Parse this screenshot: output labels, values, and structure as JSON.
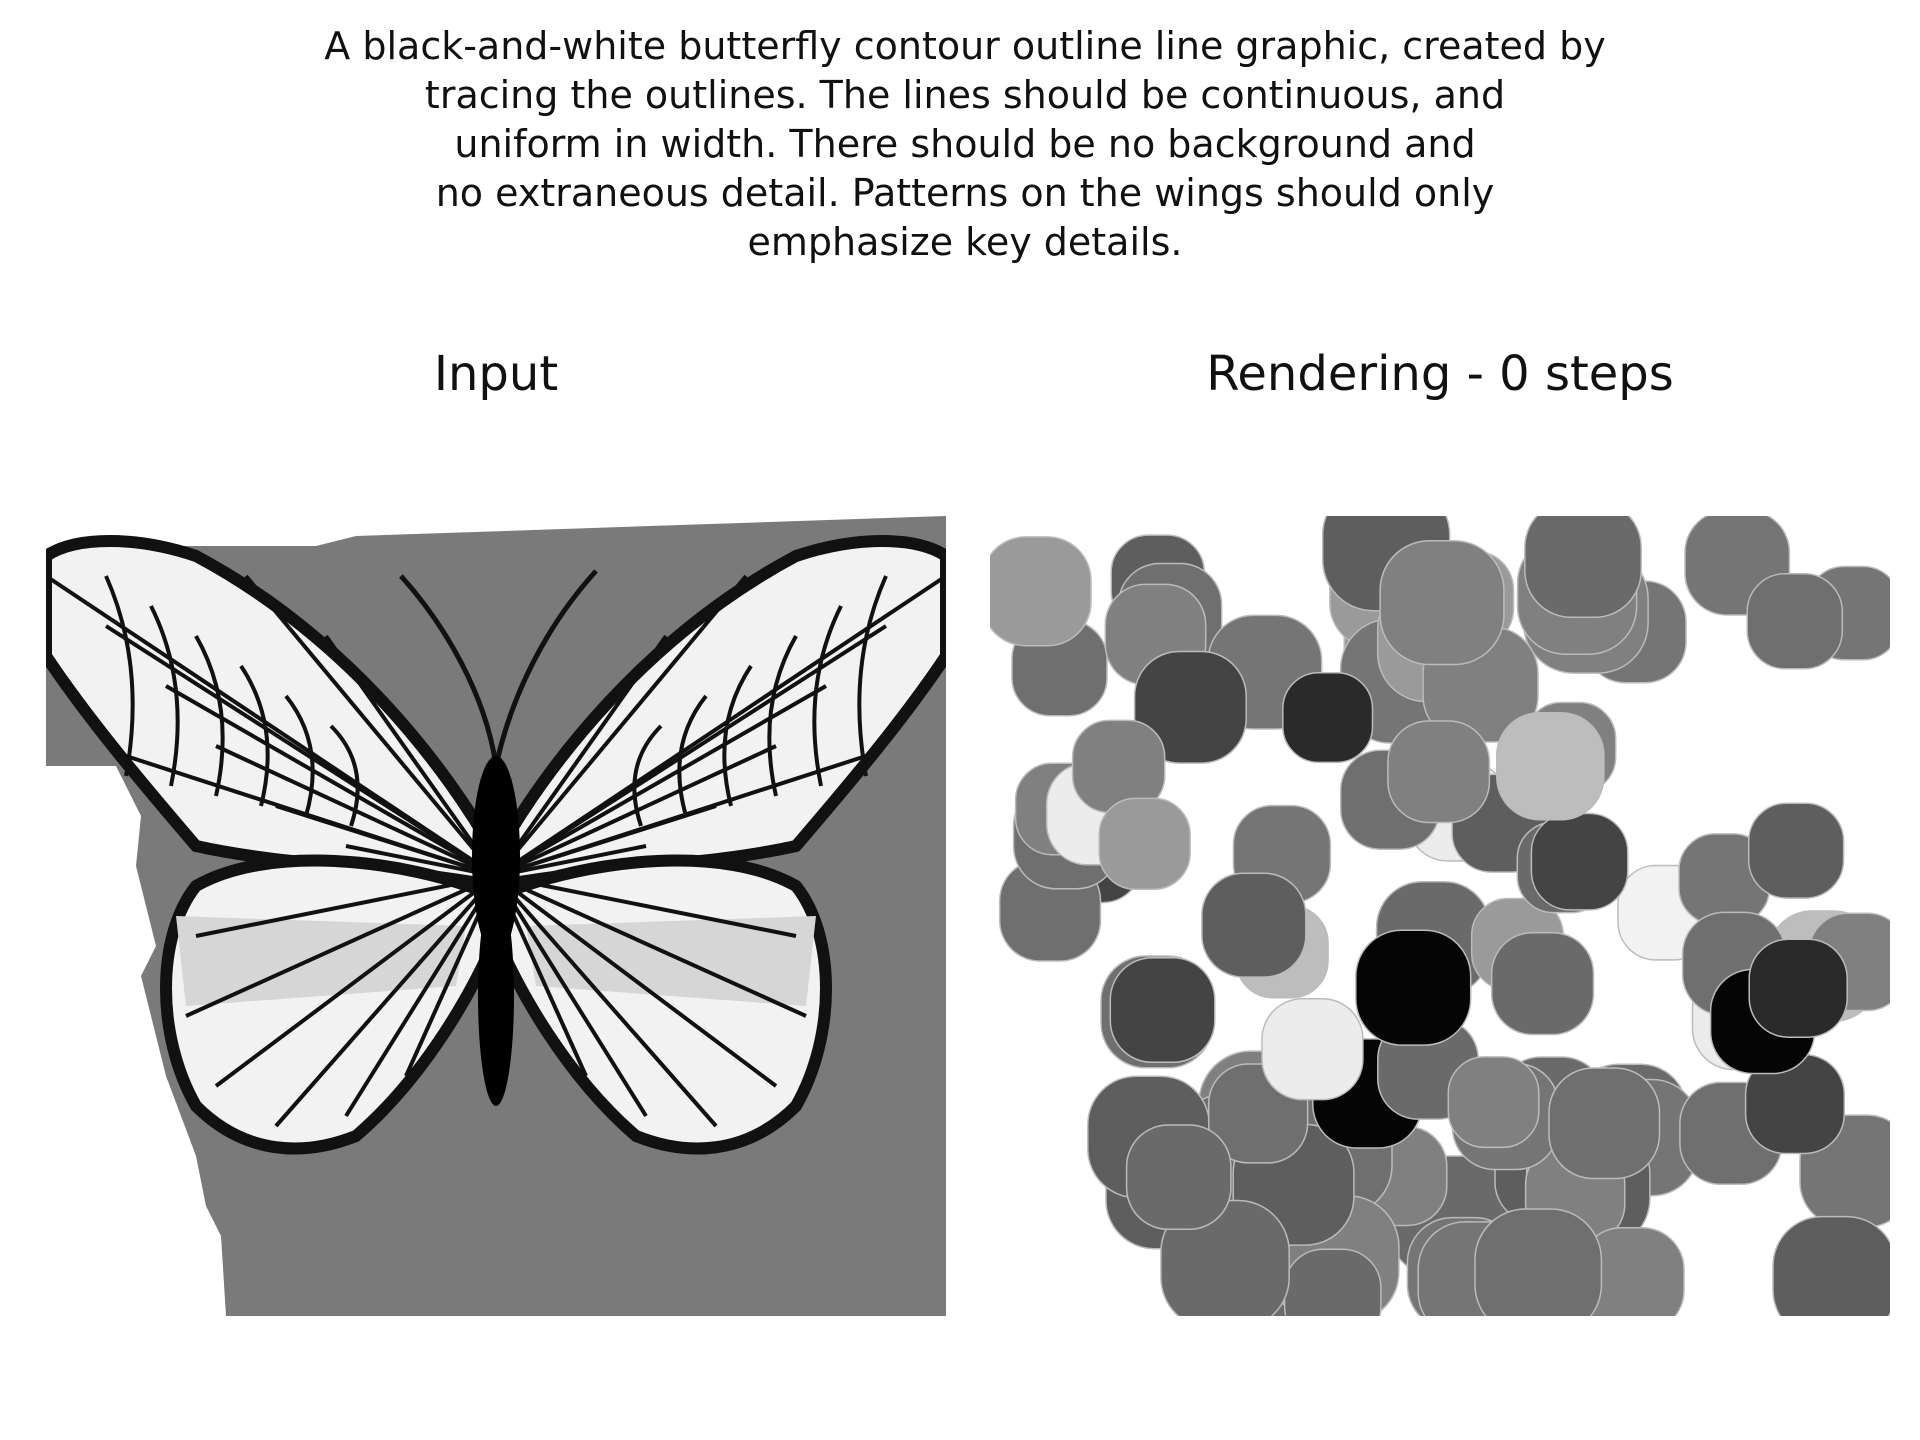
{
  "caption": {
    "lines": [
      "A black-and-white butterfly contour outline line graphic, created by",
      "tracing the outlines. The lines should be continuous, and",
      "uniform in width. There should be no background and",
      "no extraneous detail. Patterns on the wings should only",
      "emphasize key details."
    ]
  },
  "panels": {
    "input": {
      "title": "Input",
      "colors": {
        "background": "#7a7a7a",
        "wing": "#f2f2f2",
        "hindwing_band": "#d6d6d6",
        "vein": "#111111",
        "body": "#000000"
      }
    },
    "rendering": {
      "title": "Rendering - 0 steps",
      "steps": 0
    }
  }
}
